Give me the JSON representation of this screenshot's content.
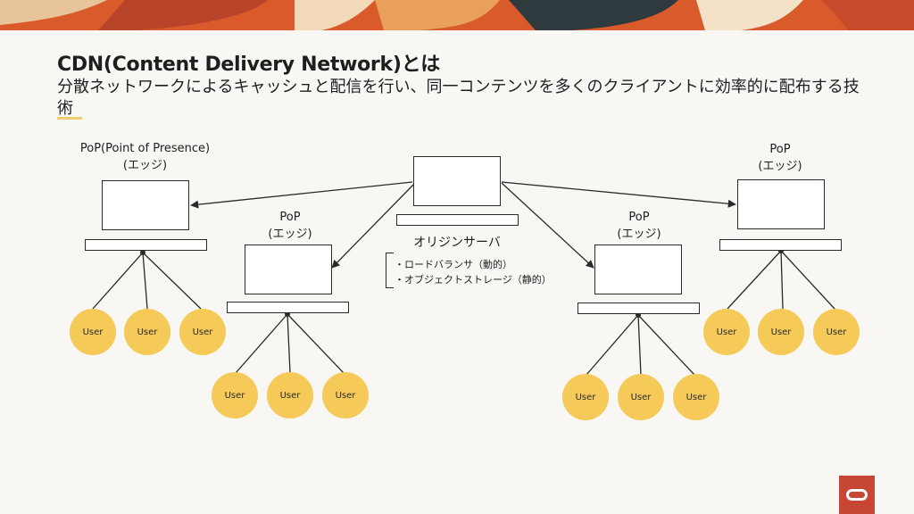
{
  "title": "CDN(Content Delivery Network)とは",
  "subtitle": "分散ネットワークによるキャッシュと配信を行い、同一コンテンツを多くのクライアントに効率的に配布する技術",
  "pops": {
    "left_outer_label": "PoP(Point of Presence)\n(エッジ)",
    "left_inner_label": "PoP\n(エッジ)",
    "right_inner_label": "PoP\n(エッジ)",
    "right_outer_label": "PoP\n(エッジ)"
  },
  "origin": {
    "label": "オリジンサーバ",
    "bullets": [
      "・ロードバランサ（動的）",
      "・オブジェクトストレージ（静的）"
    ]
  },
  "user_label": "User",
  "colors": {
    "user_fill": "#f5ca59",
    "accent": "#f0cc71",
    "logo": "#c74634"
  }
}
